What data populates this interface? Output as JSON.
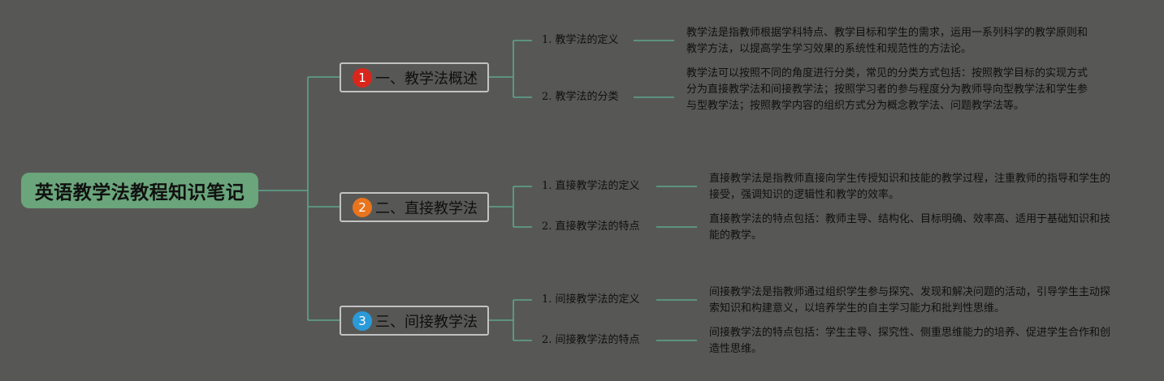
{
  "title": "英语教学法教程知识笔记",
  "colors": {
    "background": "#575856",
    "root": "#6aa57b",
    "connector": "#5fa58d",
    "badge_1": "#d9261c",
    "badge_2": "#e8741d",
    "badge_3": "#2a9ad9",
    "node_border": "#c2c2c2"
  },
  "branches": [
    {
      "badge": "1",
      "label": "一、教学法概述",
      "children": [
        {
          "label": "1. 教学法的定义",
          "desc": "教学法是指教师根据学科特点、教学目标和学生的需求，运用一系列科学的教学原则和教学方法，以提高学生学习效果的系统性和规范性的方法论。"
        },
        {
          "label": "2. 教学法的分类",
          "desc": "教学法可以按照不同的角度进行分类，常见的分类方式包括：按照教学目标的实现方式分为直接教学法和间接教学法；按照学习者的参与程度分为教师导向型教学法和学生参与型教学法；按照教学内容的组织方式分为概念教学法、问题教学法等。"
        }
      ]
    },
    {
      "badge": "2",
      "label": "二、直接教学法",
      "children": [
        {
          "label": "1. 直接教学法的定义",
          "desc": "直接教学法是指教师直接向学生传授知识和技能的教学过程，注重教师的指导和学生的接受，强调知识的逻辑性和教学的效率。"
        },
        {
          "label": "2. 直接教学法的特点",
          "desc": "直接教学法的特点包括：教师主导、结构化、目标明确、效率高、适用于基础知识和技能的教学。"
        }
      ]
    },
    {
      "badge": "3",
      "label": "三、间接教学法",
      "children": [
        {
          "label": "1. 间接教学法的定义",
          "desc": "间接教学法是指教师通过组织学生参与探究、发现和解决问题的活动，引导学生主动探索知识和构建意义，以培养学生的自主学习能力和批判性思维。"
        },
        {
          "label": "2. 间接教学法的特点",
          "desc": "间接教学法的特点包括：学生主导、探究性、侧重思维能力的培养、促进学生合作和创造性思维。"
        }
      ]
    }
  ]
}
